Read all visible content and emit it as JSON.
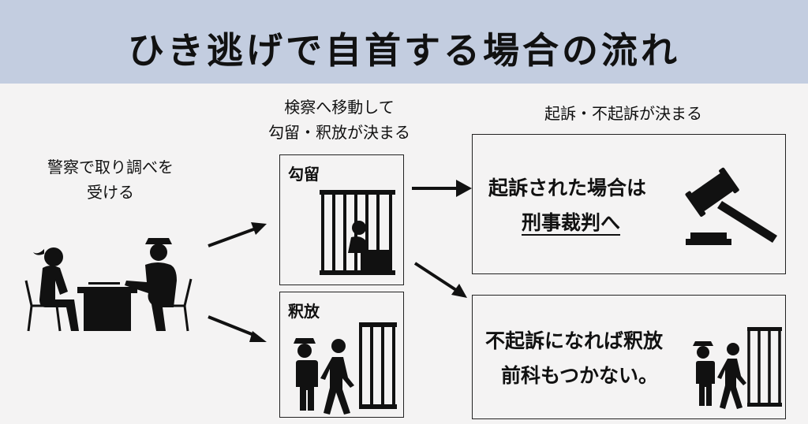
{
  "title": "ひき逃げで自首する場合の流れ",
  "step_police": {
    "line1": "警察で取り調べを",
    "line2": "受ける"
  },
  "step_prosecutor": {
    "line1": "検察へ移動して",
    "line2": "勾留・釈放が決まる"
  },
  "step_indictment": {
    "heading": "起訴・不起訴が決まる"
  },
  "box_detention": {
    "label": "勾留"
  },
  "box_release": {
    "label": "釈放"
  },
  "box_indicted": {
    "line1": "起訴された場合は",
    "line2": "刑事裁判へ"
  },
  "box_not_indicted": {
    "line1": "不起訴になれば釈放",
    "line2": "前科もつかない。"
  }
}
